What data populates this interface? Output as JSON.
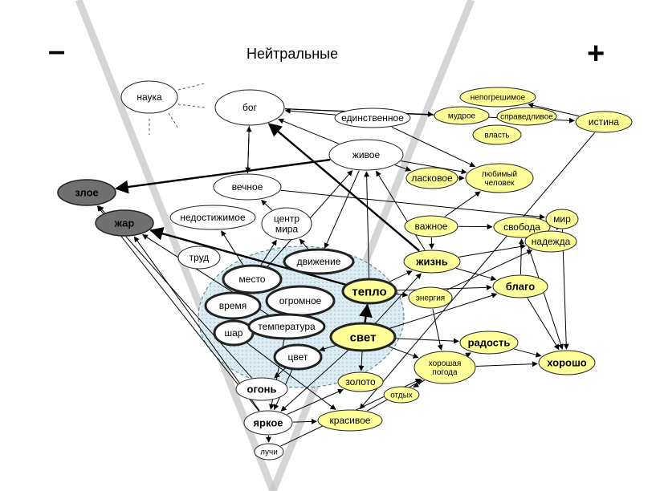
{
  "header": {
    "minus": "–",
    "neutral": "Нейтральные",
    "plus": "+"
  },
  "colors": {
    "positive_fill": "#ffff99",
    "negative_fill": "#707070",
    "neutral_fill": "#ffffff",
    "cluster_fill": "#d2eaf0",
    "v_shape": "#c8c8c8",
    "edge": "#000000"
  },
  "nodes": [
    {
      "id": "nauka",
      "label": "наука",
      "kind": "neutral"
    },
    {
      "id": "bog",
      "label": "бог",
      "kind": "neutral"
    },
    {
      "id": "edinstvennoe",
      "label": "единственное",
      "kind": "neutral"
    },
    {
      "id": "zhivoe",
      "label": "живое",
      "kind": "neutral"
    },
    {
      "id": "vechnoe",
      "label": "вечное",
      "kind": "neutral"
    },
    {
      "id": "nedostizhimoe",
      "label": "недостижимое",
      "kind": "neutral"
    },
    {
      "id": "centr",
      "label": "центр мира",
      "kind": "neutral"
    },
    {
      "id": "trud",
      "label": "труд",
      "kind": "neutral"
    },
    {
      "id": "mesto",
      "label": "место",
      "kind": "bold-outline"
    },
    {
      "id": "vremya",
      "label": "время",
      "kind": "bold-outline"
    },
    {
      "id": "ogromnoe",
      "label": "огромное",
      "kind": "bold-outline"
    },
    {
      "id": "shar",
      "label": "шар",
      "kind": "bold-outline"
    },
    {
      "id": "temperatura",
      "label": "температура",
      "kind": "bold-outline"
    },
    {
      "id": "cvet",
      "label": "цвет",
      "kind": "bold-outline"
    },
    {
      "id": "dvizhenie",
      "label": "движение",
      "kind": "bold-outline"
    },
    {
      "id": "ogon",
      "label": "огонь",
      "kind": "neutral-bold"
    },
    {
      "id": "yarkoe",
      "label": "яркое",
      "kind": "neutral-bold"
    },
    {
      "id": "luchi",
      "label": "лучи",
      "kind": "neutral"
    },
    {
      "id": "zloe",
      "label": "злое",
      "kind": "negative"
    },
    {
      "id": "zhar",
      "label": "жар",
      "kind": "negative"
    },
    {
      "id": "teplo",
      "label": "тепло",
      "kind": "key"
    },
    {
      "id": "svet",
      "label": "свет",
      "kind": "key"
    },
    {
      "id": "energiya",
      "label": "энергия",
      "kind": "positive"
    },
    {
      "id": "zhizn",
      "label": "жизнь",
      "kind": "positive-bold"
    },
    {
      "id": "vazhnoe",
      "label": "важное",
      "kind": "positive"
    },
    {
      "id": "svoboda",
      "label": "свобода",
      "kind": "positive"
    },
    {
      "id": "mir",
      "label": "мир",
      "kind": "positive"
    },
    {
      "id": "nadezhda",
      "label": "надежда",
      "kind": "positive"
    },
    {
      "id": "laskovoe",
      "label": "ласковое",
      "kind": "positive"
    },
    {
      "id": "lyubimyi",
      "label": "любимый человек",
      "kind": "positive"
    },
    {
      "id": "nepogreshimoe",
      "label": "непогрешимое",
      "kind": "positive"
    },
    {
      "id": "mudroe",
      "label": "мудрое",
      "kind": "positive"
    },
    {
      "id": "spravedlivoe",
      "label": "справедливое",
      "kind": "positive"
    },
    {
      "id": "vlast",
      "label": "власть",
      "kind": "positive"
    },
    {
      "id": "istina",
      "label": "истина",
      "kind": "positive"
    },
    {
      "id": "blago",
      "label": "благо",
      "kind": "positive-bold"
    },
    {
      "id": "radost",
      "label": "радость",
      "kind": "positive-bold"
    },
    {
      "id": "horosho",
      "label": "хорошо",
      "kind": "positive-bold"
    },
    {
      "id": "horoshaya",
      "label": "хорошая погода",
      "kind": "positive"
    },
    {
      "id": "otdyh",
      "label": "отдых",
      "kind": "positive"
    },
    {
      "id": "zoloto",
      "label": "золото",
      "kind": "positive"
    },
    {
      "id": "krasivoe",
      "label": "красивое",
      "kind": "positive"
    }
  ]
}
